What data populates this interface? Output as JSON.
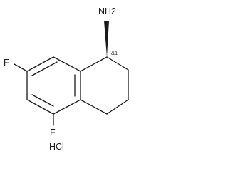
{
  "molecule": {
    "amine_label": "NH2",
    "stereo_label": "&1",
    "fluorine_top": "F",
    "fluorine_bottom": "F",
    "salt_label": "HCl"
  },
  "colors": {
    "bond": "#1a1a1a",
    "background": "#ffffff"
  }
}
